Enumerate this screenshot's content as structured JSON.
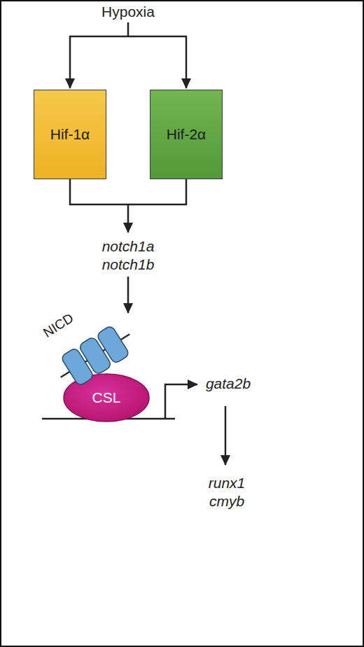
{
  "diagram": {
    "nodes": [
      {
        "text": [
          "Hif-1α"
        ]
      },
      {
        "text": [
          "Hif-2α"
        ]
      },
      {
        "text": [
          "NICD"
        ]
      },
      {
        "text": [
          "CSL"
        ]
      }
    ],
    "labels": [
      "Hypoxia",
      "notch1a",
      "notch1b",
      "gata2b",
      "runx1",
      "cmyb"
    ]
  }
}
